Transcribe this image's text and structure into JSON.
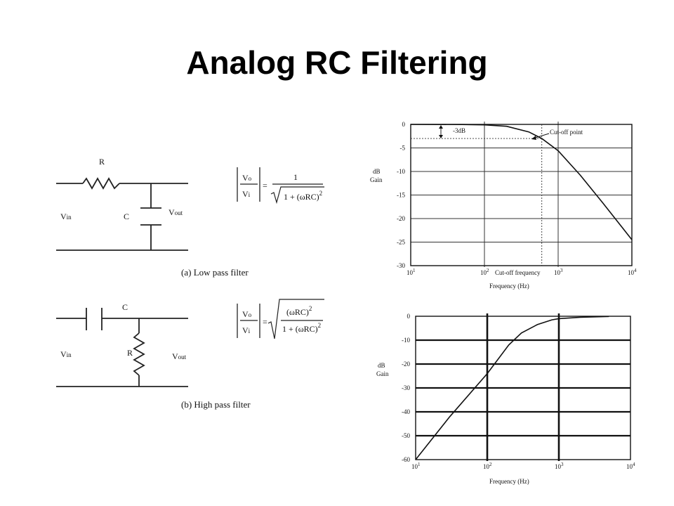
{
  "title": "Analog RC Filtering",
  "circuits": {
    "low_pass": {
      "r_label": "R",
      "c_label": "C",
      "vin_main": "V",
      "vin_sub": "in",
      "vout_main": "V",
      "vout_sub": "out",
      "caption_prefix": "(a)",
      "caption": "Low pass filter",
      "formula_lhs_num": "V",
      "formula_lhs_num_sub": "o",
      "formula_lhs_den": "V",
      "formula_lhs_den_sub": "i",
      "formula_rhs_num": "1",
      "formula_rhs_den": "1 + (ωRC)",
      "formula_exp": "2"
    },
    "high_pass": {
      "r_label": "R",
      "c_label": "C",
      "vin_main": "V",
      "vin_sub": "in",
      "vout_main": "V",
      "vout_sub": "out",
      "caption_prefix": "(b)",
      "caption": "High pass filter",
      "formula_lhs_num": "V",
      "formula_lhs_num_sub": "o",
      "formula_lhs_den": "V",
      "formula_lhs_den_sub": "i",
      "formula_rhs_num": "(ωRC)",
      "formula_rhs_den": "1 + (ωRC)",
      "formula_exp": "2"
    }
  },
  "chart_data": [
    {
      "type": "line",
      "name": "low-pass response",
      "xscale": "log",
      "xlim": [
        10,
        10000
      ],
      "ylim": [
        -30,
        0
      ],
      "yticks": [
        "0",
        "-5",
        "-10",
        "-15",
        "-20",
        "-25",
        "-30"
      ],
      "ylabel_line1": "dB",
      "ylabel_line2": "Gain",
      "xlabel": "Frequency (Hz)",
      "xticks": [
        {
          "base": "10",
          "exp": "1"
        },
        {
          "base": "10",
          "exp": "2"
        },
        {
          "base": "10",
          "exp": "3"
        },
        {
          "base": "10",
          "exp": "4"
        }
      ],
      "annotations": {
        "minus3db": "-3dB",
        "cutoff_point": "Cut-off point",
        "cutoff_freq": "Cut-off frequency"
      },
      "cutoff_hz": 600,
      "x": [
        10,
        50,
        100,
        200,
        400,
        600,
        1000,
        2000,
        4000,
        10000
      ],
      "y": [
        0,
        -0.03,
        -0.1,
        -0.4,
        -1.6,
        -3.0,
        -5.6,
        -10.8,
        -16.6,
        -24.5
      ]
    },
    {
      "type": "line",
      "name": "high-pass response",
      "xscale": "log",
      "xlim": [
        10,
        10000
      ],
      "ylim": [
        -60,
        0
      ],
      "yticks": [
        "0",
        "-10",
        "-20",
        "-30",
        "-40",
        "-50",
        "-60"
      ],
      "ylabel_line1": "dB",
      "ylabel_line2": "Gain",
      "xlabel": "Frequency (Hz)",
      "xticks": [
        {
          "base": "10",
          "exp": "1"
        },
        {
          "base": "10",
          "exp": "2"
        },
        {
          "base": "10",
          "exp": "3"
        },
        {
          "base": "10",
          "exp": "4"
        }
      ],
      "x": [
        10,
        30,
        100,
        200,
        300,
        500,
        800,
        1000,
        2000,
        5000
      ],
      "y": [
        -60,
        -42,
        -24,
        -12,
        -7,
        -3.5,
        -1.5,
        -1,
        -0.4,
        -0.1
      ]
    }
  ]
}
